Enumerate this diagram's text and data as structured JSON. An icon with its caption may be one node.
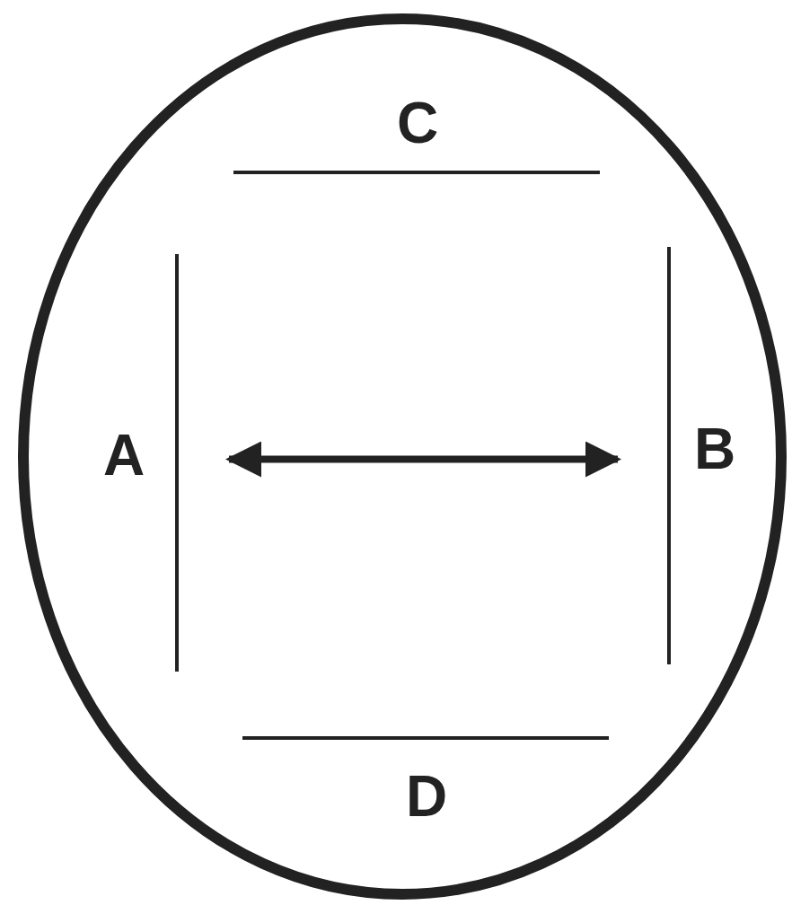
{
  "diagram": {
    "nodes": [
      {
        "text": [],
        "shape": "circle"
      },
      {
        "text": [
          "C"
        ],
        "in": 0
      },
      {
        "text": [
          "A"
        ],
        "in": 0
      },
      {
        "text": [
          "B"
        ],
        "in": 0
      },
      {
        "text": [
          "D"
        ],
        "in": 0
      }
    ],
    "edges": [
      {
        "from": 2,
        "to": 3,
        "arrow": "both"
      }
    ]
  }
}
